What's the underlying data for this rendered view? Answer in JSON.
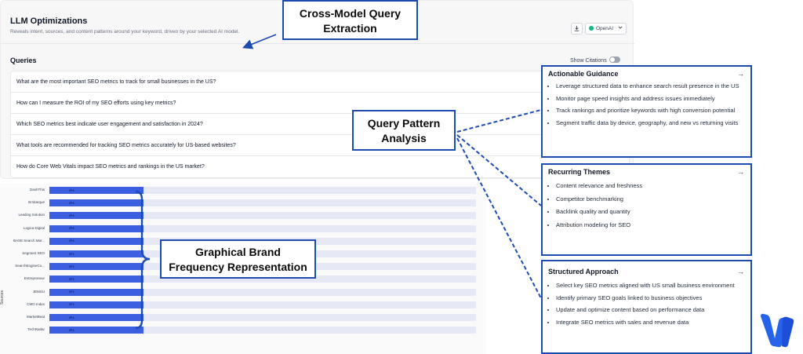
{
  "panel": {
    "title": "LLM Optimizations",
    "subtitle": "Reveals intent, sources, and content patterns around your keyword, driven by your selected AI model.",
    "download_icon": "download-icon",
    "model_selector": "OpenAI",
    "model_caret": "chevron-down-icon",
    "queries_heading": "Queries",
    "show_citations_label": "Show Citations",
    "queries": [
      "What are the most important SEO metrics to track for small businesses in the US?",
      "How can I measure the ROI of my SEO efforts using key metrics?",
      "Which SEO metrics best indicate user engagement and satisfaction in 2024?",
      "What tools are recommended for tracking SEO metrics accurately for US-based websites?",
      "How do Core Web Vitals impact SEO metrics and rankings in the US market?"
    ]
  },
  "chart_data": {
    "type": "bar",
    "ylabel": "Sources",
    "categories": [
      "DashThis",
      "Embarque",
      "Leading Solution",
      "Logica Digital",
      "BASE Search Mar...",
      "Segment SEO",
      "SearchEngineCo...",
      "Entrepreneur",
      "JEMSU",
      "CMO Index",
      "MarketBeat",
      "TechRadar"
    ],
    "values": [
      4,
      4,
      4,
      4,
      4,
      4,
      4,
      4,
      4,
      4,
      4,
      4
    ],
    "value_labels": [
      "4%",
      "4%",
      "4%",
      "4%",
      "4%",
      "4%",
      "4%",
      "4%",
      "4%",
      "4%",
      "4%",
      "4%"
    ],
    "xlim": [
      0,
      100
    ],
    "bar_color": "#3b5fe0",
    "track_color": "#e6e8f6"
  },
  "annotations": {
    "cross_model": [
      "Cross-Model Query",
      "Extraction"
    ],
    "pattern": [
      "Query Pattern",
      "Analysis"
    ],
    "graphical": [
      "Graphical Brand",
      "Frequency Representation"
    ],
    "box_color": "#1c4bb2"
  },
  "cards": {
    "actionable": {
      "title": "Actionable Guidance",
      "items": [
        "Leverage structured data to enhance search result presence in the US",
        "Monitor page speed insights and address issues immediately",
        "Track rankings and prioritize keywords with high conversion potential",
        "Segment traffic data by device, geography, and new vs returning visits"
      ]
    },
    "recurring": {
      "title": "Recurring Themes",
      "items": [
        "Content relevance and freshness",
        "Competitor benchmarking",
        "Backlink quality and quantity",
        "Attribution modeling for SEO"
      ]
    },
    "structured": {
      "title": "Structured Approach",
      "items": [
        "Select key SEO metrics aligned with US small business environment",
        "Identify primary SEO goals linked to business objectives",
        "Update and optimize content based on performance data",
        "Integrate SEO metrics with sales and revenue data"
      ]
    },
    "arrow_icon": "arrow-right-icon"
  },
  "logo": {
    "icon": "brand-logo-icon",
    "color": "#2563eb"
  }
}
